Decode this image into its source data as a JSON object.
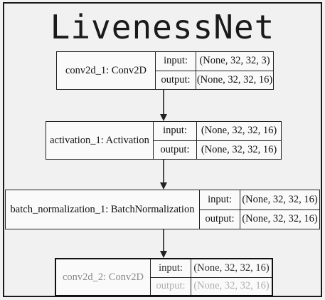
{
  "title": "LivenessNet",
  "layers": [
    {
      "name": "conv2d_1: Conv2D",
      "input_label": "input:",
      "output_label": "output:",
      "input": "(None, 32, 32, 3)",
      "output": "(None, 32, 32, 16)"
    },
    {
      "name": "activation_1: Activation",
      "input_label": "input:",
      "output_label": "output:",
      "input": "(None, 32, 32, 16)",
      "output": "(None, 32, 32, 16)"
    },
    {
      "name": "batch_normalization_1: BatchNormalization",
      "input_label": "input:",
      "output_label": "output:",
      "input": "(None, 32, 32, 16)",
      "output": "(None, 32, 32, 16)"
    },
    {
      "name": "conv2d_2: Conv2D",
      "input_label": "input:",
      "output_label": "output:",
      "input": "(None, 32, 32, 16)",
      "output": "(None, 32, 32, 16)"
    }
  ],
  "colors": {
    "border": "#222222",
    "background": "#f1f1f1",
    "box": "#fafafa",
    "faded_text": "#8a8a8a"
  }
}
